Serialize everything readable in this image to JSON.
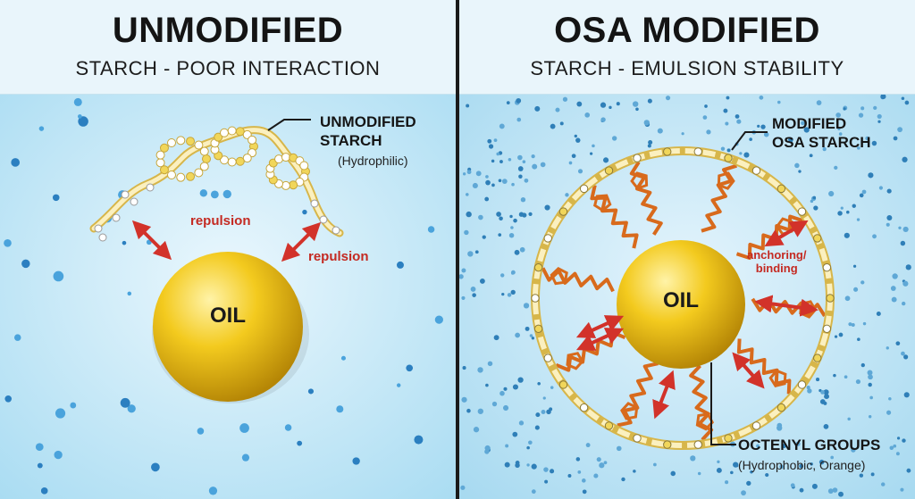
{
  "left_panel": {
    "title": "UNMODIFIED",
    "subtitle": "STARCH - POOR INTERACTION",
    "starch_label_line1": "UNMODIFIED",
    "starch_label_line2": "STARCH",
    "starch_label_note": "(Hydrophilic)",
    "repulsion_1": "repulsion",
    "repulsion_2": "repulsion",
    "oil_label": "OIL"
  },
  "right_panel": {
    "title": "OSA MODIFIED",
    "subtitle": "STARCH - EMULSION STABILITY",
    "starch_label_line1": "MODIFIED",
    "starch_label_line2": "OSA STARCH",
    "anchoring_line1": "anchoring/",
    "anchoring_line2": "binding",
    "octenyl_label": "OCTENYL GROUPS",
    "octenyl_note": "(Hydrophobic, Orange)",
    "oil_label": "OIL"
  },
  "colors": {
    "water": "#bfe4f4",
    "oil": "#f2c81a",
    "octenyl": "#d86a1c",
    "arrow": "#d2322a",
    "starch": "#f4e6a6"
  }
}
